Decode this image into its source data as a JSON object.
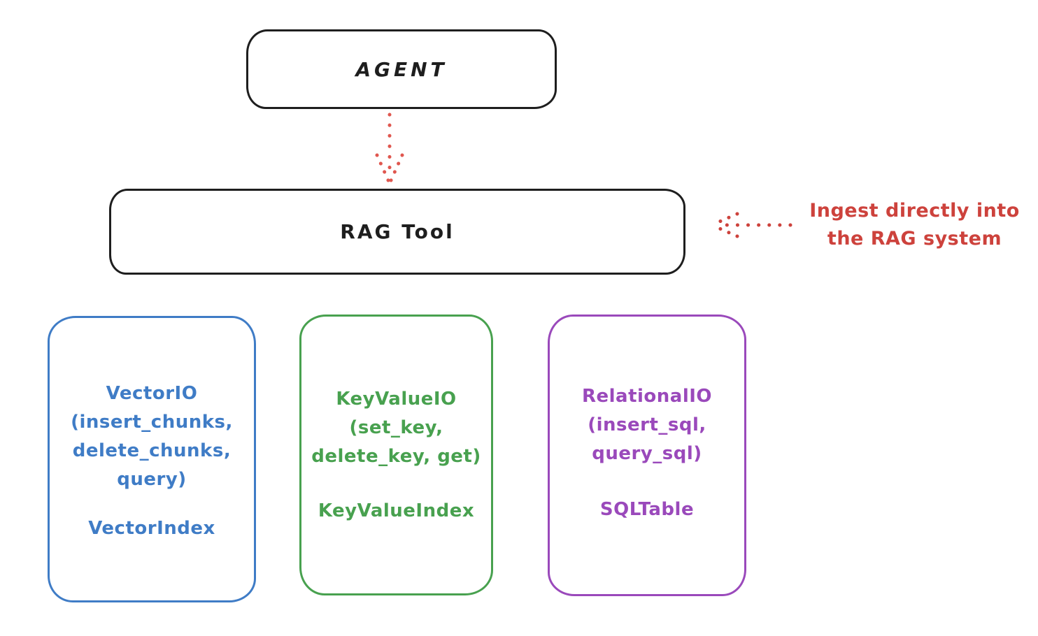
{
  "colors": {
    "background": "#ffffff",
    "ink": "#1e1e1e",
    "red_annotation": "#cd423c",
    "red_arrow": "#e0574f",
    "blue": "#3f7cc6",
    "green": "#48a14f",
    "purple": "#9a49bb"
  },
  "nodes": {
    "agent": {
      "label": "AGENT"
    },
    "rag_tool": {
      "label": "RAG Tool"
    },
    "vector_io": {
      "methods": "VectorIO\n(insert_chunks,\ndelete_chunks,\nquery)",
      "index_label": "VectorIndex"
    },
    "key_value_io": {
      "methods": "KeyValueIO\n(set_key,\ndelete_key, get)",
      "index_label": "KeyValueIndex"
    },
    "relational_io": {
      "methods": "RelationalIO\n(insert_sql,\nquery_sql)",
      "index_label": "SQLTable"
    }
  },
  "annotation": {
    "text": "Ingest directly into\nthe RAG system"
  }
}
